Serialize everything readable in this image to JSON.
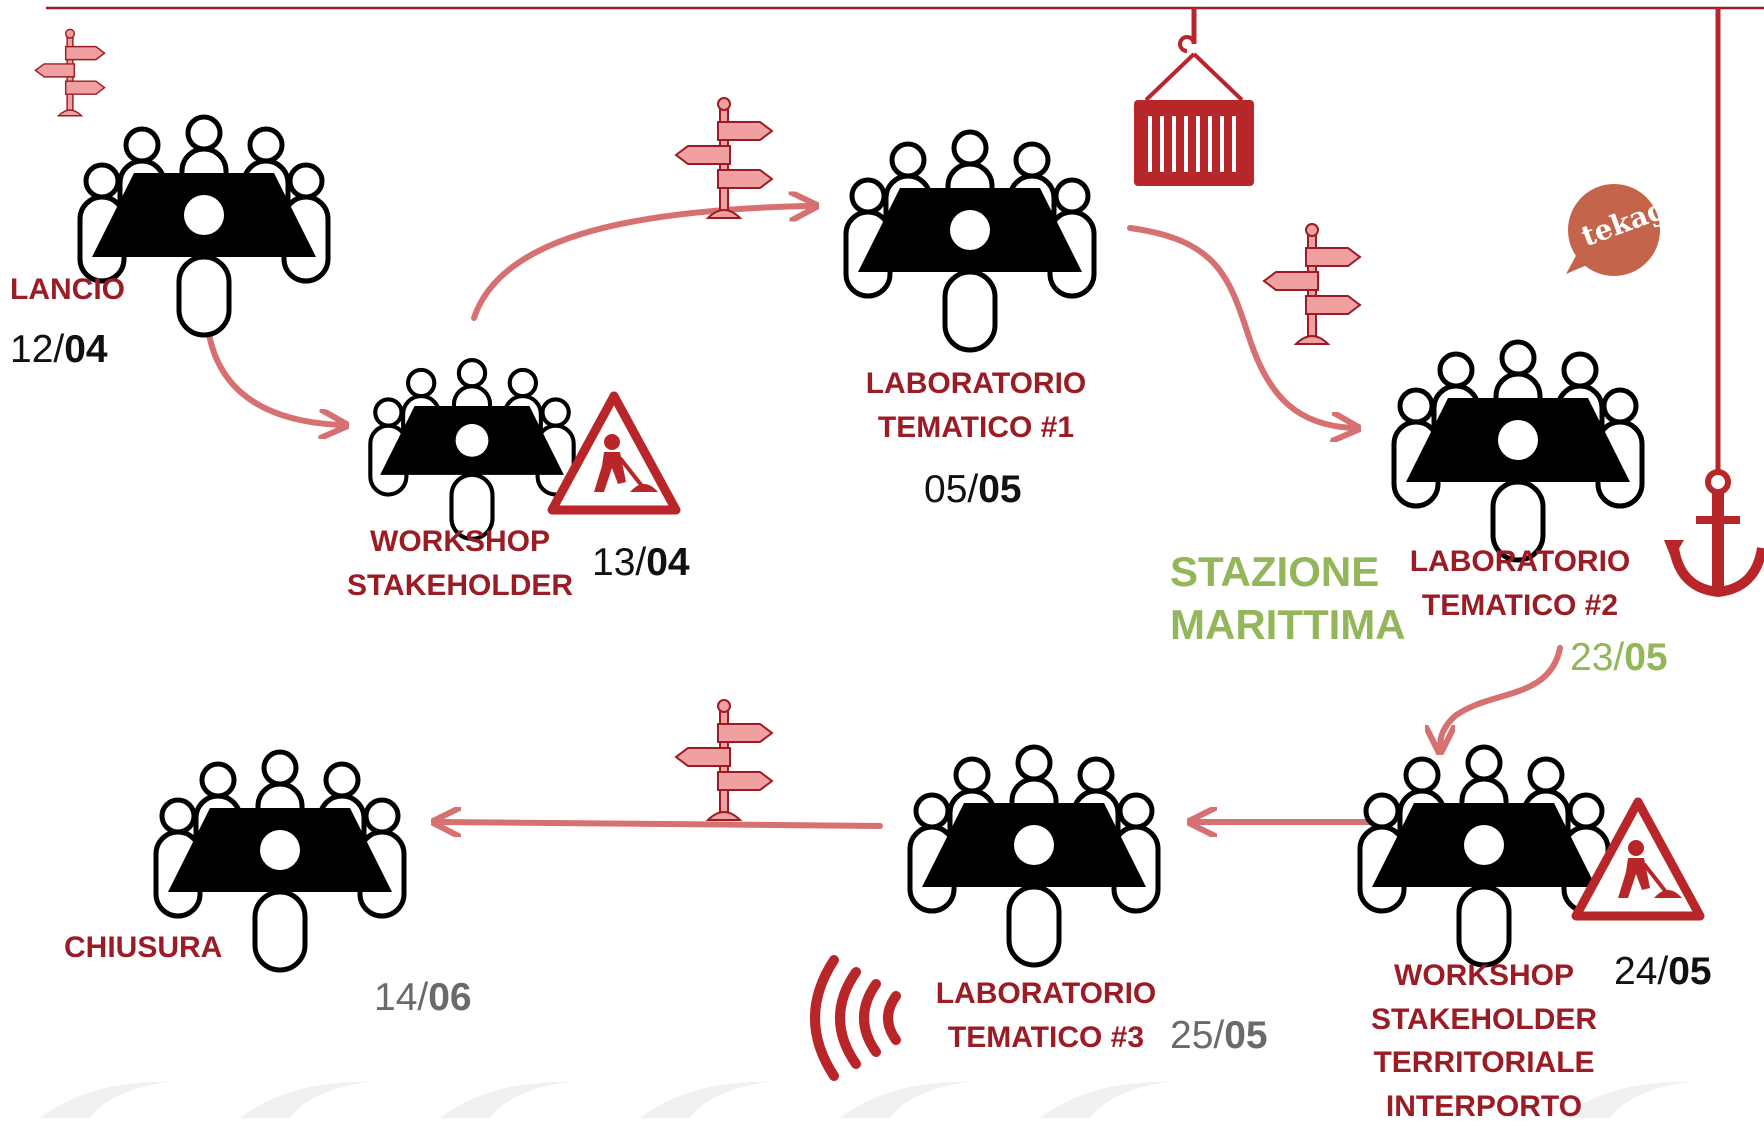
{
  "colors": {
    "accent": "#9b1c24",
    "arrow": "#d77070",
    "green": "#93b65a",
    "icon": "#000000"
  },
  "nodes": [
    {
      "label": "LANCIO",
      "date_day": "12",
      "date_month": "04"
    },
    {
      "label": "WORKSHOP\nSTAKEHOLDER",
      "date_day": "13",
      "date_month": "04"
    },
    {
      "label": "LABORATORIO\nTEMATICO #1",
      "date_day": "05",
      "date_month": "05"
    },
    {
      "label": "LABORATORIO\nTEMATICO #2",
      "date_day": "23",
      "date_month": "05"
    },
    {
      "label": "WORKSHOP\nSTAKEHOLDER\nTERRITORIALE\nINTERPORTO",
      "date_day": "24",
      "date_month": "05"
    },
    {
      "label": "LABORATORIO\nTEMATICO #3",
      "date_day": "25",
      "date_month": "05"
    },
    {
      "label": "CHIUSURA",
      "date_day": "14",
      "date_month": "06"
    }
  ],
  "location": {
    "name": "STAZIONE\nMARITTIMA"
  },
  "logo_text": "tekag",
  "icons": [
    "meeting-table-icon",
    "signpost-icon",
    "roadwork-warning-icon",
    "crane-container-icon",
    "anchor-icon",
    "radio-wave-icon",
    "speech-bubble-logo-icon"
  ]
}
